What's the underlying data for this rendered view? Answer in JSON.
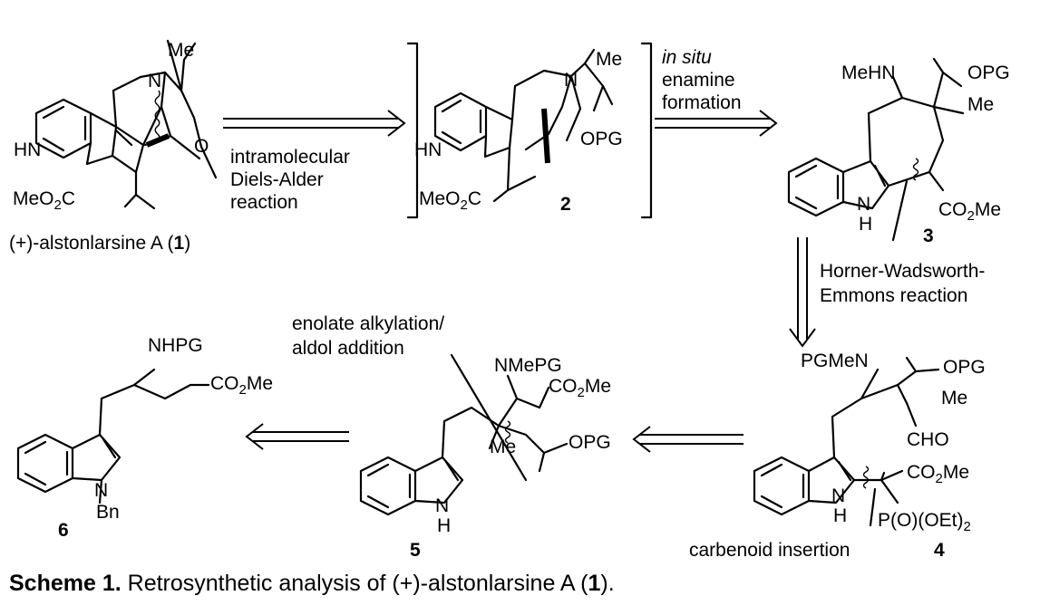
{
  "compounds": {
    "c1": {
      "name": "(+)-alstonlarsine A (",
      "number": "1",
      "close": ")",
      "me": "Me",
      "nitrogen": "N",
      "oxygen": "O",
      "nh": "HN",
      "ester": "MeO"
    },
    "c2": {
      "number": "2",
      "me": "Me",
      "nitrogen": "N",
      "opg": "OPG",
      "nh": "HN",
      "ester": "MeO"
    },
    "c3": {
      "number": "3",
      "mehn": "MeHN",
      "opg": "OPG",
      "me": "Me",
      "n": "N",
      "h": "H",
      "ester": "CO"
    },
    "c4": {
      "number": "4",
      "pgmen": "PGMeN",
      "opg": "OPG",
      "me": "Me",
      "cho": "CHO",
      "ester": "CO",
      "phos": "P(O)(OEt)",
      "n": "N",
      "h": "H"
    },
    "c5": {
      "number": "5",
      "nmepg": "NMePG",
      "ester": "CO",
      "me": "Me",
      "opg": "OPG",
      "n": "N",
      "h": "H"
    },
    "c6": {
      "number": "6",
      "nhpg": "NHPG",
      "ester": "CO",
      "n": "N",
      "bn": "Bn"
    }
  },
  "subscripts": {
    "two": "2",
    "me": "Me"
  },
  "steps": {
    "s1": [
      "intramolecular",
      "Diels-Alder",
      "reaction"
    ],
    "s2": {
      "italic": "in situ",
      "rest": [
        "enamine",
        "formation"
      ]
    },
    "s3": [
      "Horner-Wadsworth-",
      "Emmons reaction"
    ],
    "s4": "carbenoid insertion",
    "s5": [
      "enolate alkylation/",
      "aldol addition"
    ]
  },
  "caption": {
    "label": "Scheme 1.",
    "text": " Retrosynthetic analysis of (+)-alstonlarsine A (",
    "number": "1",
    "end": ")."
  }
}
